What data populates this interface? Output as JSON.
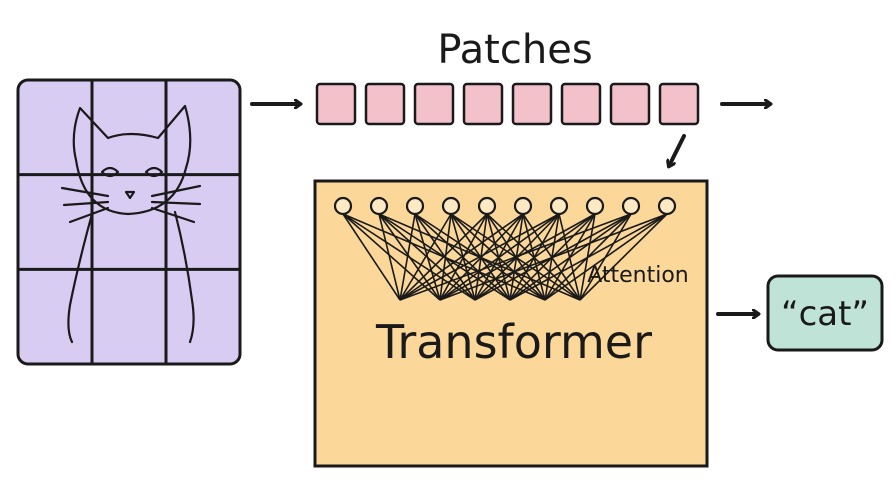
{
  "title": "Patches",
  "model_label": "Transformer",
  "attention_label": "Attention",
  "output_label": "“cat”",
  "patch_count": 8,
  "attention_node_count": 10,
  "image_grid": {
    "rows": 3,
    "cols": 3
  },
  "colors": {
    "image_fill": "#d9ccf2",
    "patch_fill": "#f2c1c9",
    "transformer_fill": "#fbd79a",
    "output_fill": "#bfe3d6",
    "stroke": "#1a1a1a"
  }
}
